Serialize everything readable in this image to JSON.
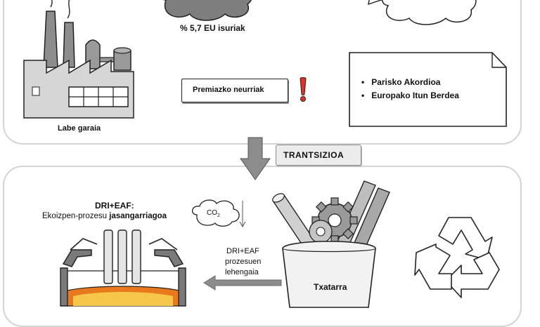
{
  "top": {
    "emissions_label": "% 5,7 EU isuriak",
    "furnace_label": "Labe garaia",
    "urgent_label": "Premiazko neurriak",
    "agreements": [
      "Parisko Akordioa",
      "Europako Itun Berdea"
    ]
  },
  "transition": {
    "label": "TRANTSIZIOA"
  },
  "bottom": {
    "dri_title": "DRI+EAF:",
    "dri_subtitle_plain": "Ekoizpen-prozesu ",
    "dri_subtitle_bold": "jasangarriagoa",
    "co2_text": "CO",
    "co2_subscript": "2",
    "feed_lines": [
      "DRI+EAF",
      "prozesuen",
      "lehengaia"
    ],
    "scrap_label": "Txatarra"
  },
  "colors": {
    "panel_border": "#d4d4d4",
    "smoke_gray": "#8a8a8a",
    "arrow_gray": "#8c8c8c",
    "alert_red": "#e0322a",
    "molten_orange": "#e8791d",
    "molten_yellow": "#f5c64a"
  }
}
